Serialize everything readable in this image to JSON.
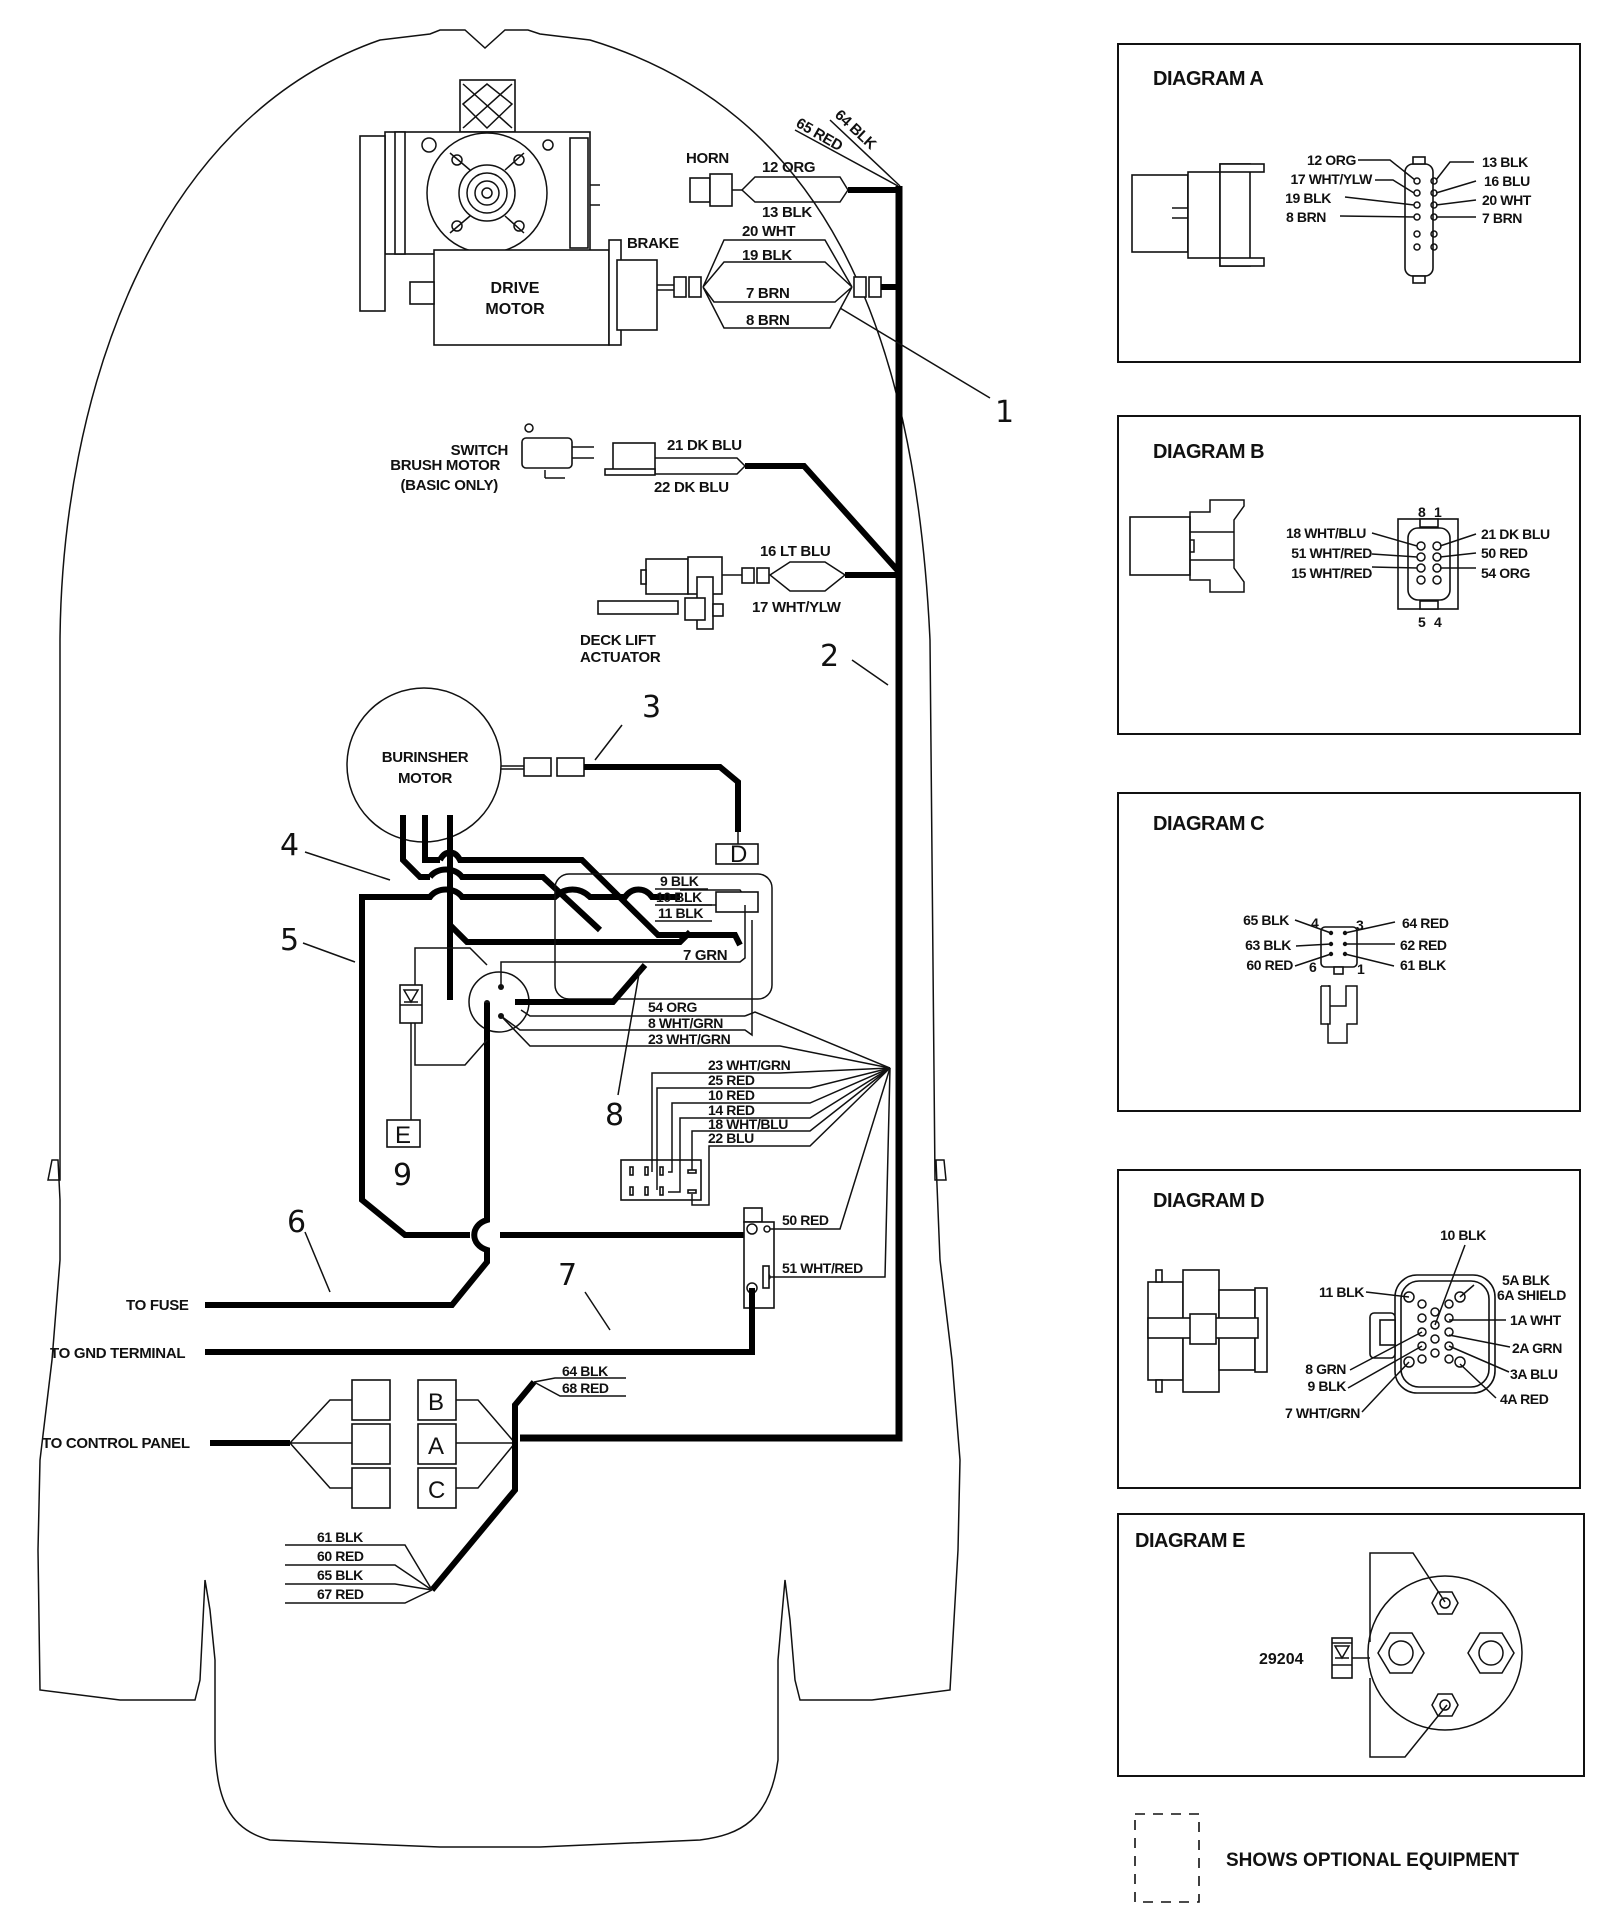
{
  "main": {
    "components": {
      "drive_motor": "DRIVE MOTOR",
      "drive_motor_l1": "DRIVE",
      "drive_motor_l2": "MOTOR",
      "brake": "BRAKE",
      "horn": "HORN",
      "switch_l1": "SWITCH",
      "switch_l2": "BRUSH MOTOR",
      "switch_l3": "(BASIC ONLY)",
      "deck_l1": "DECK LIFT",
      "deck_l2": "ACTUATOR",
      "burnisher_l1": "BURINSHER",
      "burnisher_l2": "MOTOR",
      "to_fuse": "TO FUSE",
      "to_gnd": "TO GND TERMINAL",
      "to_control_panel": "TO CONTROL PANEL"
    },
    "wires": {
      "w64blk_top": "64 BLK",
      "w65red_top": "65 RED",
      "w12org": "12 ORG",
      "w13blk": "13 BLK",
      "w20wht": "20 WHT",
      "w19blk": "19 BLK",
      "w7brn": "7 BRN",
      "w8brn": "8 BRN",
      "w21dkblu": "21 DK BLU",
      "w22dkblu": "22 DK BLU",
      "w16ltblu": "16 LT BLU",
      "w17whtylw": "17 WHT/YLW",
      "w9blk": "9 BLK",
      "w10blk": "10 BLK",
      "w11blk": "11 BLK",
      "w7grn": "7 GRN",
      "w54org": "54 ORG",
      "w8whtgrn": "8 WHT/GRN",
      "w23whtgrn_a": "23 WHT/GRN",
      "w23whtgrn_b": "23 WHT/GRN",
      "w25red": "25 RED",
      "w10red": "10 RED",
      "w14red": "14 RED",
      "w18whtblu": "18 WHT/BLU",
      "w22blu": "22 BLU",
      "w50red": "50 RED",
      "w51whtred": "51 WHT/RED",
      "w64blk_b": "64 BLK",
      "w68red": "68 RED",
      "w61blk": "61 BLK",
      "w60red": "60 RED",
      "w65blk": "65 BLK",
      "w67red": "67 RED"
    },
    "callouts": [
      "1",
      "2",
      "3",
      "4",
      "5",
      "6",
      "7",
      "8",
      "9"
    ],
    "connector_letters": {
      "D": "D",
      "E": "E",
      "B": "B",
      "A": "A",
      "C": "C"
    }
  },
  "diagrams": {
    "a": {
      "title": "DIAGRAM A",
      "left_pins": [
        "12 ORG",
        "17 WHT/YLW",
        "19 BLK",
        "8 BRN"
      ],
      "right_pins": [
        "13 BLK",
        "16 BLU",
        "20 WHT",
        "7 BRN"
      ]
    },
    "b": {
      "title": "DIAGRAM B",
      "left_pins": [
        "18 WHT/BLU",
        "51 WHT/RED",
        "15 WHT/RED"
      ],
      "right_pins": [
        "21 DK BLU",
        "50 RED",
        "54 ORG"
      ],
      "pin_numbers_top": [
        "8",
        "1"
      ],
      "pin_numbers_bottom": [
        "5",
        "4"
      ]
    },
    "c": {
      "title": "DIAGRAM C",
      "left_pins": [
        "65 BLK",
        "63 BLK",
        "60 RED"
      ],
      "right_pins": [
        "64 RED",
        "62 RED",
        "61 BLK"
      ],
      "pin_numbers": {
        "top_left": "4",
        "top_right": "3",
        "bottom_left": "6",
        "bottom_right": "1"
      }
    },
    "d": {
      "title": "DIAGRAM D",
      "top_pin": "10 BLK",
      "left_pins": [
        "11 BLK",
        "8 GRN",
        "9 BLK",
        "7 WHT/GRN"
      ],
      "right_pins": [
        "5A BLK",
        "6A SHIELD",
        "1A WHT",
        "2A GRN",
        "3A BLU",
        "4A RED"
      ]
    },
    "e": {
      "title": "DIAGRAM E",
      "part_number": "29204"
    }
  },
  "legend": {
    "optional_equipment": "SHOWS OPTIONAL EQUIPMENT"
  }
}
